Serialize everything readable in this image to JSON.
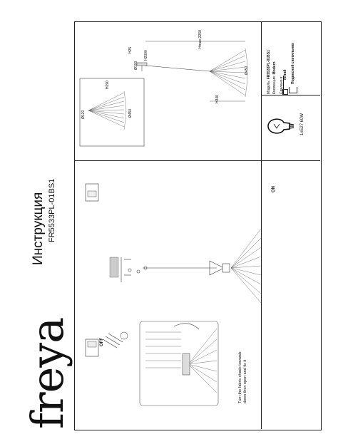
{
  "brand": "freya",
  "title": "Инструкция",
  "model": "FR5533PL-01BS1",
  "info": {
    "model_label": "Модель:",
    "model_value": "FR5533PL-01BS1",
    "collection_label": "Коллекция:",
    "collection_value": "Modern",
    "made_in_label": "Сделано в:",
    "made_in_value": "Китай",
    "type_value": "Подвесной светильник"
  },
  "bulb_spec": "1xE27 60W",
  "dims": {
    "d120": "Ø120",
    "h290": "H290",
    "d450_small": "Ø450",
    "d100": "Ø100",
    "h25": "H25",
    "h2000": "H2000",
    "hmax": "Hmax-2250",
    "d450": "Ø450",
    "h340": "H340"
  },
  "assembly": {
    "off": "OFF",
    "on": "ON",
    "note_line1": "Turn the fabric shade towards",
    "note_line2": "down then open and fix it"
  }
}
